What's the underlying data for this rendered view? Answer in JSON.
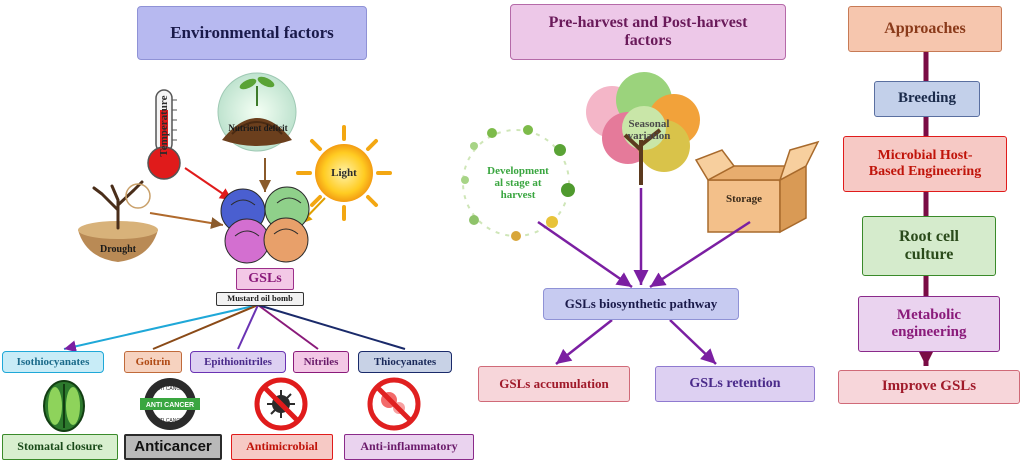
{
  "environmental": {
    "title": "Environmental factors",
    "temperature_label": "Temperature",
    "nutrient_label": "Nutrient deficit",
    "light_label": "Light",
    "drought_label": "Drought",
    "gsls_label": "GSLs",
    "mustard_label": "Mustard oil bomb",
    "products": [
      "Isothiocyanates",
      "Goitrin",
      "Epithionitriles",
      "Nitriles",
      "Thiocyanates"
    ],
    "effects": {
      "stomatal": "Stomatal closure",
      "anticancer": "Anticancer",
      "antimicrobial": "Antimicrobial",
      "antiinflammatory": "Anti-inflammatory"
    },
    "badge_text": [
      "ANTI CANCER",
      "ANTI CANCER",
      "ANTI CANCER"
    ]
  },
  "harvest": {
    "title_line1": "Pre-harvest and Post-harvest",
    "title_line2": "factors",
    "developmental_line1": "Development",
    "developmental_line2": "al stage at",
    "developmental_line3": "harvest",
    "seasonal_line1": "Seasonal",
    "seasonal_line2": "variation",
    "storage_label": "Storage",
    "pathway_label": "GSLs biosynthetic pathway",
    "accumulation_label": "GSLs accumulation",
    "retention_label": "GSLs retention"
  },
  "approaches": {
    "title": "Approaches",
    "items": [
      {
        "line1": "Breeding",
        "line2": ""
      },
      {
        "line1": "Microbial Host-",
        "line2": "Based Engineering"
      },
      {
        "line1": "Root cell",
        "line2": "culture"
      },
      {
        "line1": "Metabolic",
        "line2": "engineering"
      },
      {
        "line1": "Improve GSLs",
        "line2": ""
      }
    ]
  },
  "colors": {
    "env_title_bg": "#b7b9f0",
    "harvest_title_bg": "#edc8e8",
    "approach_title_bg": "#f6c6ae",
    "approach_line": "#7a0c45",
    "pathway_bg": "#c7cbf1",
    "product_blue": "#c8ecf7",
    "product_orange": "#f6d2bf",
    "product_purple": "#ddd0f2",
    "product_magenta": "#f3c8e6",
    "product_navy": "#c8d2e6"
  }
}
